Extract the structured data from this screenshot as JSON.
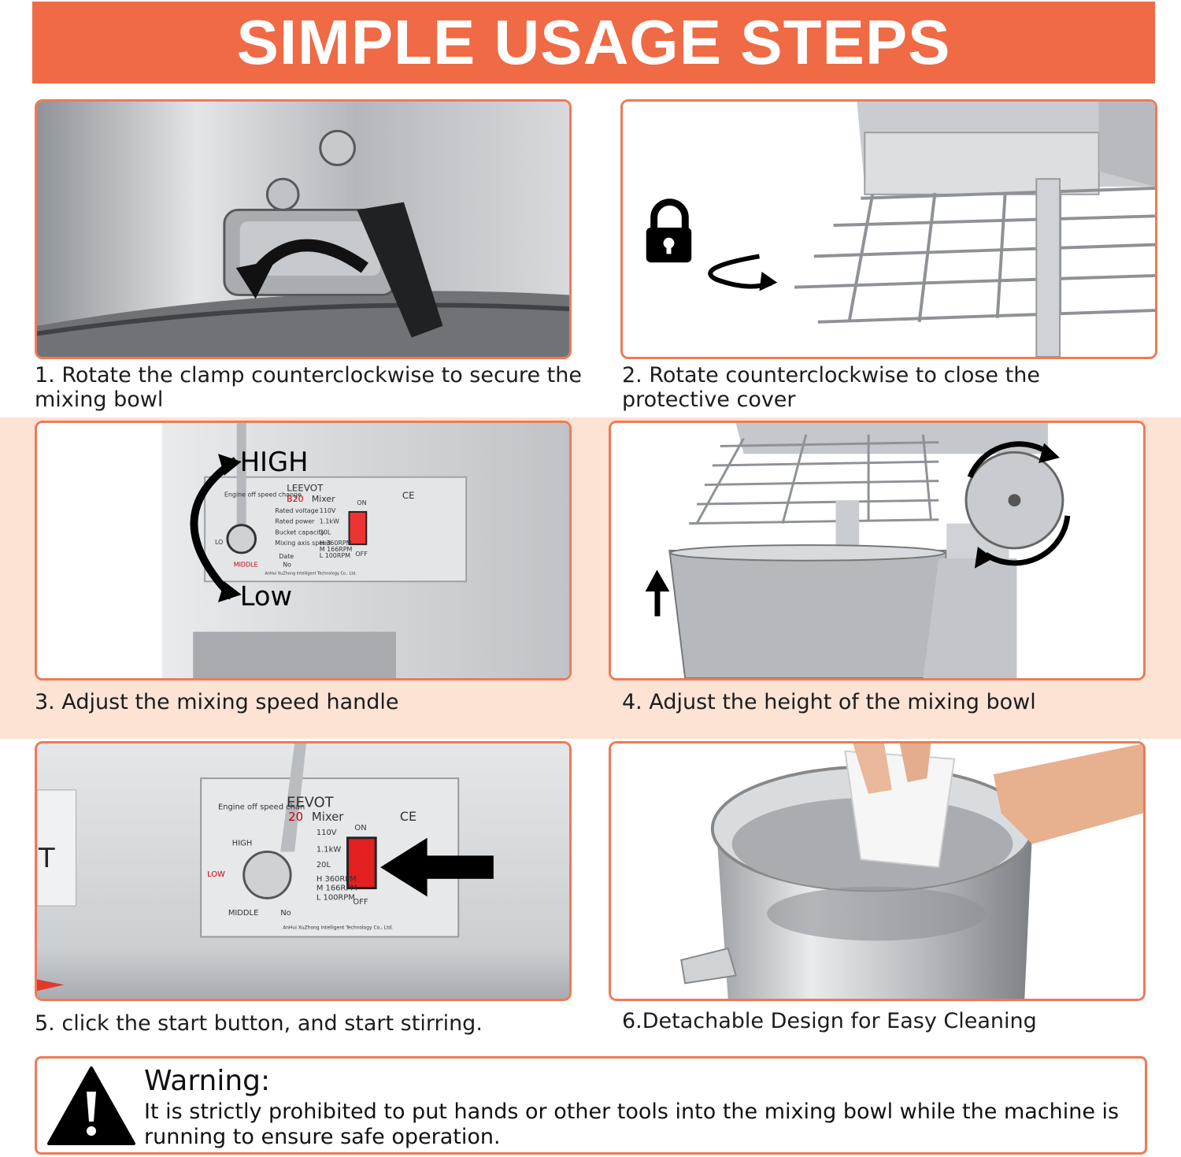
{
  "banner": {
    "title": "SIMPLE USAGE STEPS"
  },
  "steps": [
    {
      "caption": "1. Rotate the clamp counterclockwise to secure the mixing bowl",
      "icon": "curved-arrow-icon"
    },
    {
      "caption": "2. Rotate counterclockwise to close the protective cover",
      "icon": "lock-icon"
    },
    {
      "caption": "3. Adjust the mixing speed handle",
      "labels": {
        "high": "HIGH",
        "low": "Low"
      },
      "plate": {
        "brand": "LEEVOT",
        "model": "B20",
        "product": "Mixer",
        "on": "ON",
        "off": "OFF",
        "ce": "CE",
        "lines": [
          "Rated voltage",
          "Rated power",
          "Bucket capacity",
          "Mixing axis speed",
          "Date",
          "No"
        ],
        "values": [
          "110V",
          "1.1kW",
          "20L",
          "H 360RPM",
          "M 166RPM",
          "L 100RPM"
        ],
        "maker": "AnHui XuZhong Intelligent Technology Co., Ltd.",
        "engine_note": "Engine off speed change",
        "middle": "MIDDLE",
        "lo": "LO"
      }
    },
    {
      "caption": "4. Adjust the height of the mixing bowl",
      "icon": "up-arrow-icon"
    },
    {
      "caption": "5. click the start button, and start stirring.",
      "icon": "left-arrow-icon",
      "plate": {
        "brand": "EEVOT",
        "model": "20",
        "product": "Mixer",
        "on": "ON",
        "off": "OFF",
        "ce": "CE",
        "high": "HIGH",
        "middle": "MIDDLE",
        "lo": "LOW",
        "no": "No",
        "values": [
          "110V",
          "1.1kW",
          "20L",
          "H 360RPM",
          "M 166RPM",
          "L 100RPM"
        ],
        "maker": "AnHui XuZhong Intelligent Technology Co., Ltd.",
        "engine_note": "Engine off speed chan",
        "side": "T"
      }
    },
    {
      "caption": "6.Detachable Design for Easy Cleaning"
    }
  ],
  "warning": {
    "title": "Warning:",
    "text": "It is strictly prohibited to put hands or other tools into the mixing bowl while the machine is running to ensure safe operation.",
    "icon": "warning-triangle-icon"
  },
  "colors": {
    "accent": "#ef6a45",
    "border": "#ef7a55",
    "band": "#fde3d4",
    "steel": "#c9ccd0"
  }
}
